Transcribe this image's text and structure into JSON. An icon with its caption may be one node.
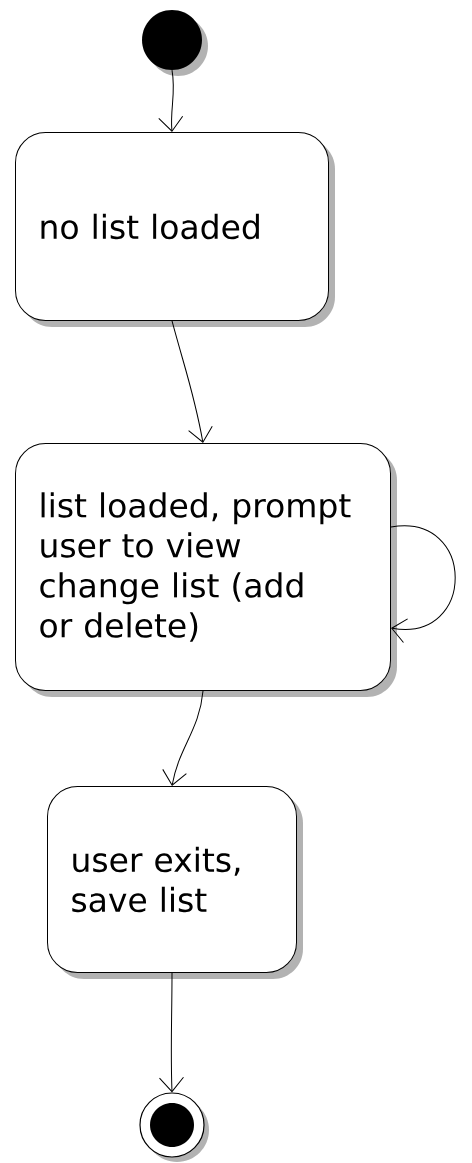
{
  "diagram": {
    "nodes": [
      {
        "text": [],
        "shape": "circle"
      },
      {
        "text": [
          "no list loaded"
        ]
      },
      {
        "text": [
          "list loaded, prompt user to view change list (add or delete)"
        ]
      },
      {
        "text": [
          "user exits, save list"
        ]
      },
      {
        "text": [],
        "shape": "bullseye"
      }
    ],
    "edges": [
      {
        "from": 0,
        "to": 1,
        "arrow": "to"
      },
      {
        "from": 1,
        "to": 2,
        "arrow": "to"
      },
      {
        "from": 2,
        "to": 2,
        "arrow": "to"
      },
      {
        "from": 2,
        "to": 3,
        "arrow": "to"
      },
      {
        "from": 3,
        "to": 4,
        "arrow": "to"
      }
    ]
  }
}
